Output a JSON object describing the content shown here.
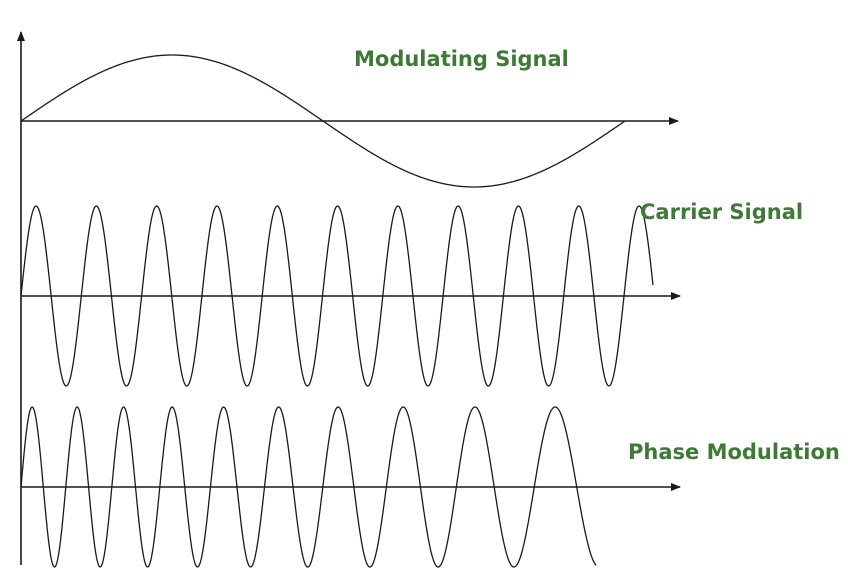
{
  "labels": {
    "modulating": "Modulating Signal",
    "carrier": "Carrier Signal",
    "phase": "Phase Modulation"
  },
  "colors": {
    "label": "#3d7a35",
    "line": "#1a1a1a"
  }
}
